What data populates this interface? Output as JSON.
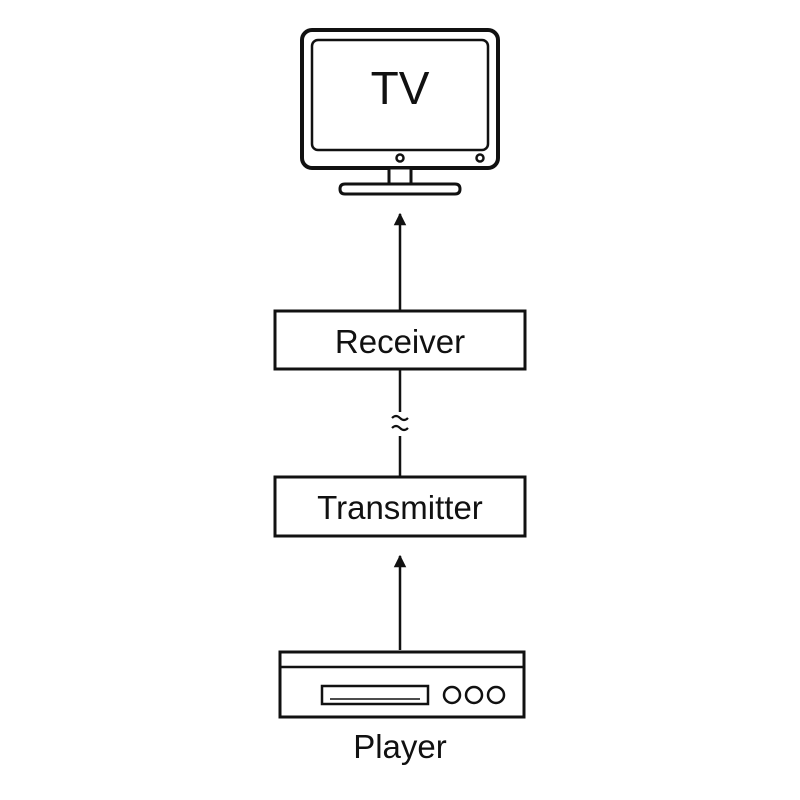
{
  "diagram": {
    "tv_label": "TV",
    "receiver_label": "Receiver",
    "transmitter_label": "Transmitter",
    "player_label": "Player"
  },
  "colors": {
    "stroke": "#111111",
    "background": "#ffffff"
  }
}
